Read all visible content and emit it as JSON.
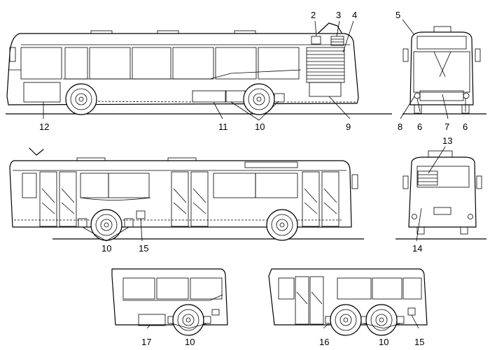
{
  "colors": {
    "line": "#000000",
    "paper": "#ffffff"
  },
  "callouts": [
    "2",
    "3",
    "4",
    "5",
    "6",
    "6",
    "7",
    "8",
    "9",
    "10",
    "11",
    "12",
    "13",
    "14",
    "15",
    "10",
    "10",
    "15",
    "16",
    "17",
    "10"
  ]
}
